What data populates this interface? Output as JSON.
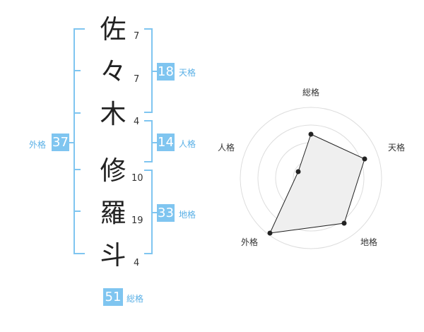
{
  "name_chars": [
    {
      "char": "佐",
      "strokes": "7"
    },
    {
      "char": "々",
      "strokes": "7"
    },
    {
      "char": "木",
      "strokes": "4"
    },
    {
      "char": "修",
      "strokes": "10"
    },
    {
      "char": "羅",
      "strokes": "19"
    },
    {
      "char": "斗",
      "strokes": "4"
    }
  ],
  "fortunes": {
    "tenkaku": {
      "value": "18",
      "label": "天格"
    },
    "jinkaku": {
      "value": "14",
      "label": "人格"
    },
    "chikaku": {
      "value": "33",
      "label": "地格"
    },
    "gaikaku": {
      "value": "37",
      "label": "外格"
    },
    "soukaku": {
      "value": "51",
      "label": "総格"
    }
  },
  "radar": {
    "labels": {
      "soukaku": "総格",
      "tenkaku": "天格",
      "chikaku": "地格",
      "gaikaku": "外格",
      "jinkaku": "人格"
    }
  },
  "colors": {
    "accent": "#7fc5f0",
    "accent_text": "#5ab0e6",
    "radar_fill": "#efefef",
    "radar_ring": "#dddddd"
  }
}
